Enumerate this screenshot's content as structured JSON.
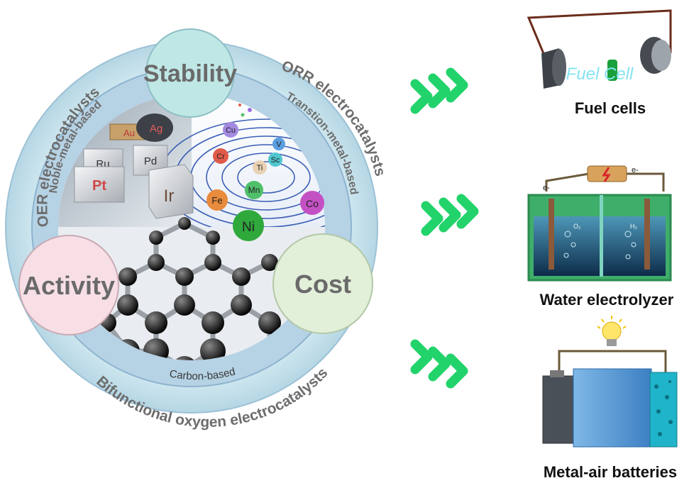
{
  "ring_outer": {
    "left": "OER electrocatalysts",
    "right": "ORR electrocatalysts",
    "bottom": "Bifunctional oxygen electrocatalysts"
  },
  "ring_inner": {
    "noble": "Noble-metal-based",
    "transition": "Transtion-metal-based",
    "carbon": "Carbon-based"
  },
  "criteria": {
    "stability": "Stability",
    "activity": "Activity",
    "cost": "Cost"
  },
  "noble_elements": [
    "Au",
    "Ag",
    "Ru",
    "Pd",
    "Pt",
    "Ir"
  ],
  "transition_elements": [
    "Cu",
    "V",
    "Sc",
    "Cr",
    "Ti",
    "Mn",
    "Fe",
    "Co",
    "Ni"
  ],
  "applications": {
    "fuel_cells": "Fuel cells",
    "fuel_cell_text": "Fuel Cell",
    "water_electrolyzer": "Water electrolyzer",
    "metal_air_batteries": "Metal-air batteries",
    "electron": "e-",
    "o2": "O₂",
    "h2": "H₂"
  },
  "colors": {
    "outer_ring": "#c9e4ee",
    "inner_ring": "#a9c9df",
    "arrow": "#22d36b",
    "stability_fill": "#bfe7e6",
    "activity_fill": "#f8dfe6",
    "cost_fill": "#e2efd9"
  }
}
